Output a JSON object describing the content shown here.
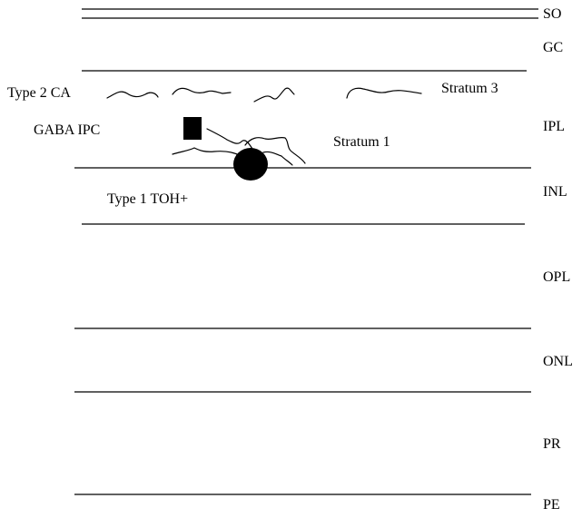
{
  "layers": [
    {
      "id": "so",
      "label": "SO"
    },
    {
      "id": "gc",
      "label": "GC"
    },
    {
      "id": "ipl",
      "label": "IPL"
    },
    {
      "id": "inl",
      "label": "INL"
    },
    {
      "id": "opl",
      "label": "OPL"
    },
    {
      "id": "onl",
      "label": "ONL"
    },
    {
      "id": "pr",
      "label": "PR"
    },
    {
      "id": "pe",
      "label": "PE"
    }
  ],
  "cells": {
    "type2_ca": "Type 2 CA",
    "gaba_ipc": "GABA IPC",
    "type1_toh": "Type 1 TOH+"
  },
  "strata": {
    "stratum3": "Stratum 3",
    "stratum1": "Stratum 1"
  },
  "colors": {
    "ink": "#000000",
    "background": "#ffffff"
  }
}
